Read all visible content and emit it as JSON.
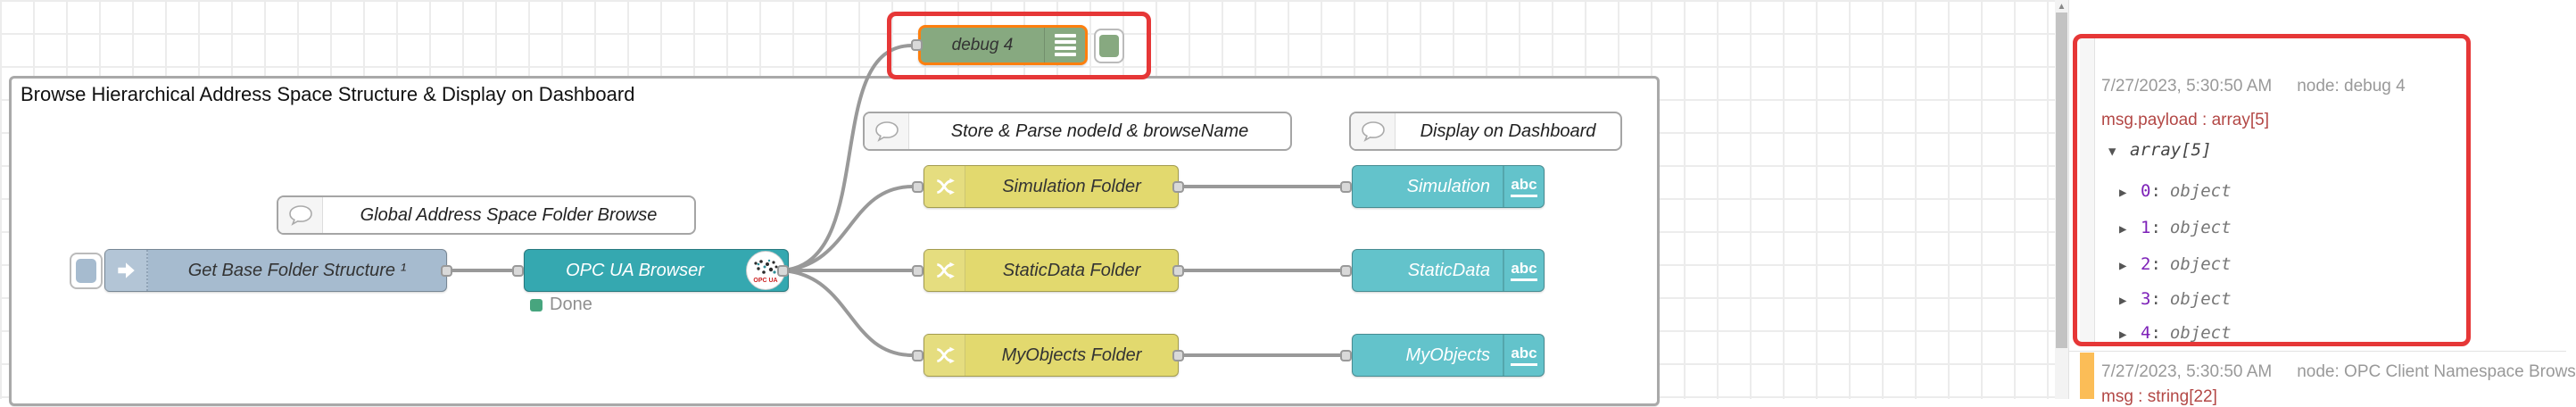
{
  "canvas": {
    "group_label": "Browse Hierarchical Address Space Structure & Display on Dashboard",
    "comments": {
      "global": "Global Address Space Folder Browse",
      "store": "Store & Parse nodeId & browseName",
      "display": "Display on Dashboard"
    },
    "inject_node": {
      "label": "Get Base Folder Structure ¹"
    },
    "opc_node": {
      "label": "OPC UA Browser",
      "badge_text": "OPC UA",
      "status": "Done"
    },
    "debug_node": {
      "label": "debug 4"
    },
    "change_nodes": [
      {
        "label": "Simulation Folder"
      },
      {
        "label": "StaticData Folder"
      },
      {
        "label": "MyObjects Folder"
      }
    ],
    "ui_nodes": [
      {
        "label": "Simulation",
        "badge": "abc"
      },
      {
        "label": "StaticData",
        "badge": "abc"
      },
      {
        "label": "MyObjects",
        "badge": "abc"
      }
    ]
  },
  "sidebar": {
    "messages": [
      {
        "timestamp": "7/27/2023, 5:30:50 AM",
        "node": "node: debug 4",
        "property": "msg.payload : array[5]",
        "tree": {
          "root": "array[5]",
          "items": [
            {
              "index": "0",
              "colon": ":",
              "value": "object"
            },
            {
              "index": "1",
              "colon": ":",
              "value": "object"
            },
            {
              "index": "2",
              "colon": ":",
              "value": "object"
            },
            {
              "index": "3",
              "colon": ":",
              "value": "object"
            },
            {
              "index": "4",
              "colon": ":",
              "value": "object"
            }
          ]
        }
      },
      {
        "timestamp": "7/27/2023, 5:30:50 AM",
        "node": "node: OPC Client Namespace Brows",
        "property": "msg : string[22]"
      }
    ]
  },
  "glyphs": {
    "caret_open": "▼",
    "caret_closed": "▶",
    "scroll_up": "▲"
  },
  "colors": {
    "annotation_red": "#e63737",
    "selection_orange": "#ff7f0e",
    "debug_green": "#87a980",
    "inject_blue": "#a6bbcf",
    "opc_teal": "#35a8b0",
    "change_yellow": "#e2d96e",
    "ui_teal": "#63c3cb",
    "status_green": "#47a57e",
    "wire_gray": "#999999",
    "debug_property_red": "#b34846",
    "index_purple": "#7d21b8",
    "msg2_accent_orange": "#fbbd57"
  }
}
